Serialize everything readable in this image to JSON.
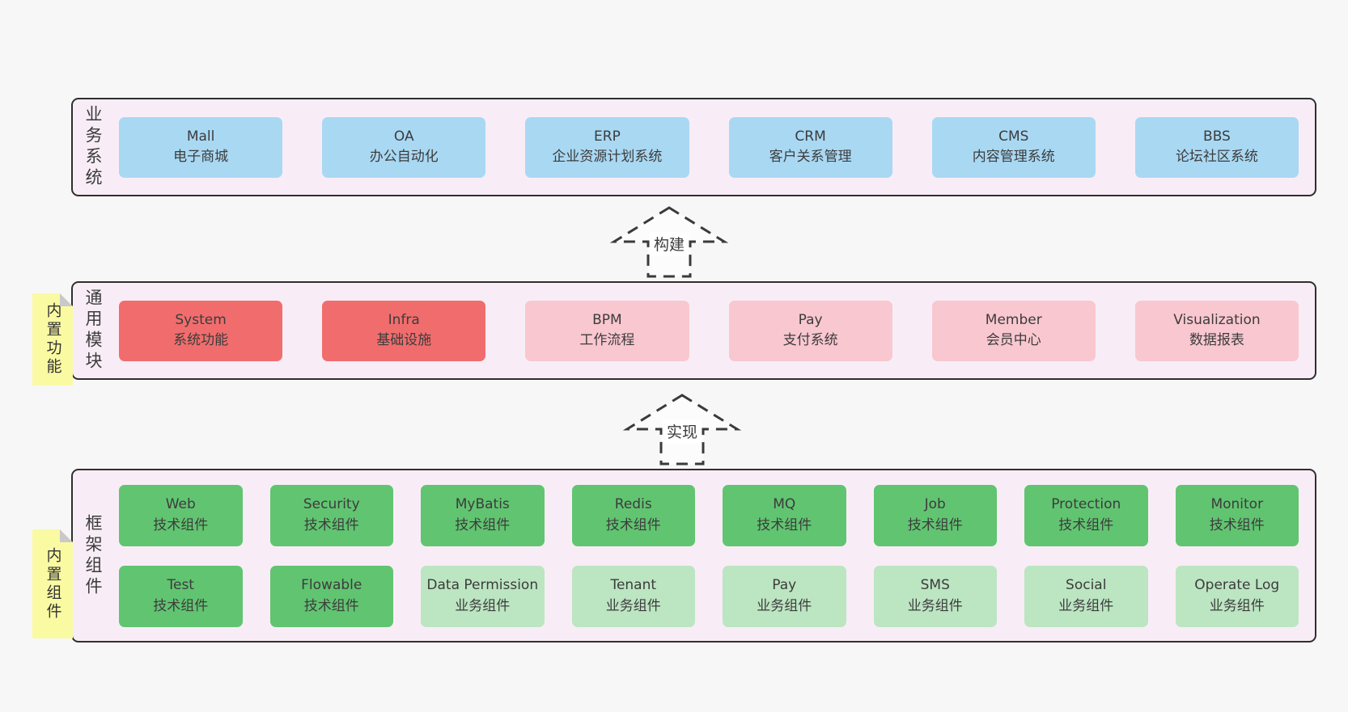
{
  "diagram": {
    "layer1": {
      "label": "业务系统",
      "boxes": [
        {
          "name": "Mall",
          "desc": "电子商城",
          "color": "blue"
        },
        {
          "name": "OA",
          "desc": "办公自动化",
          "color": "blue"
        },
        {
          "name": "ERP",
          "desc": "企业资源计划系统",
          "color": "blue"
        },
        {
          "name": "CRM",
          "desc": "客户关系管理",
          "color": "blue"
        },
        {
          "name": "CMS",
          "desc": "内容管理系统",
          "color": "blue"
        },
        {
          "name": "BBS",
          "desc": "论坛社区系统",
          "color": "blue"
        }
      ]
    },
    "arrow1": {
      "label": "构建"
    },
    "layer2": {
      "label": "通用模块",
      "note": "内置功能",
      "boxes": [
        {
          "name": "System",
          "desc": "系统功能",
          "color": "red"
        },
        {
          "name": "Infra",
          "desc": "基础设施",
          "color": "red"
        },
        {
          "name": "BPM",
          "desc": "工作流程",
          "color": "pink"
        },
        {
          "name": "Pay",
          "desc": "支付系统",
          "color": "pink"
        },
        {
          "name": "Member",
          "desc": "会员中心",
          "color": "pink"
        },
        {
          "name": "Visualization",
          "desc": "数据报表",
          "color": "pink"
        }
      ]
    },
    "arrow2": {
      "label": "实现"
    },
    "layer3": {
      "label": "框架组件",
      "note": "内置组件",
      "row1": [
        {
          "name": "Web",
          "desc": "技术组件",
          "color": "green"
        },
        {
          "name": "Security",
          "desc": "技术组件",
          "color": "green"
        },
        {
          "name": "MyBatis",
          "desc": "技术组件",
          "color": "green"
        },
        {
          "name": "Redis",
          "desc": "技术组件",
          "color": "green"
        },
        {
          "name": "MQ",
          "desc": "技术组件",
          "color": "green"
        },
        {
          "name": "Job",
          "desc": "技术组件",
          "color": "green"
        },
        {
          "name": "Protection",
          "desc": "技术组件",
          "color": "green"
        },
        {
          "name": "Monitor",
          "desc": "技术组件",
          "color": "green"
        }
      ],
      "row2": [
        {
          "name": "Test",
          "desc": "技术组件",
          "color": "green"
        },
        {
          "name": "Flowable",
          "desc": "技术组件",
          "color": "green"
        },
        {
          "name": "Data Permission",
          "desc": "业务组件",
          "color": "lightgreen"
        },
        {
          "name": "Tenant",
          "desc": "业务组件",
          "color": "lightgreen"
        },
        {
          "name": "Pay",
          "desc": "业务组件",
          "color": "lightgreen"
        },
        {
          "name": "SMS",
          "desc": "业务组件",
          "color": "lightgreen"
        },
        {
          "name": "Social",
          "desc": "业务组件",
          "color": "lightgreen"
        },
        {
          "name": "Operate Log",
          "desc": "业务组件",
          "color": "lightgreen"
        }
      ]
    },
    "colors": {
      "blue": "#a9d8f3",
      "red": "#f16d6d",
      "pink": "#f9c7d0",
      "green": "#61c471",
      "lightgreen": "#bce5c2",
      "note_yellow": "#fafaa3",
      "panel_bg": "#f8edf6",
      "panel_border": "#2f2f2f",
      "text": "#3c3c3c"
    }
  }
}
